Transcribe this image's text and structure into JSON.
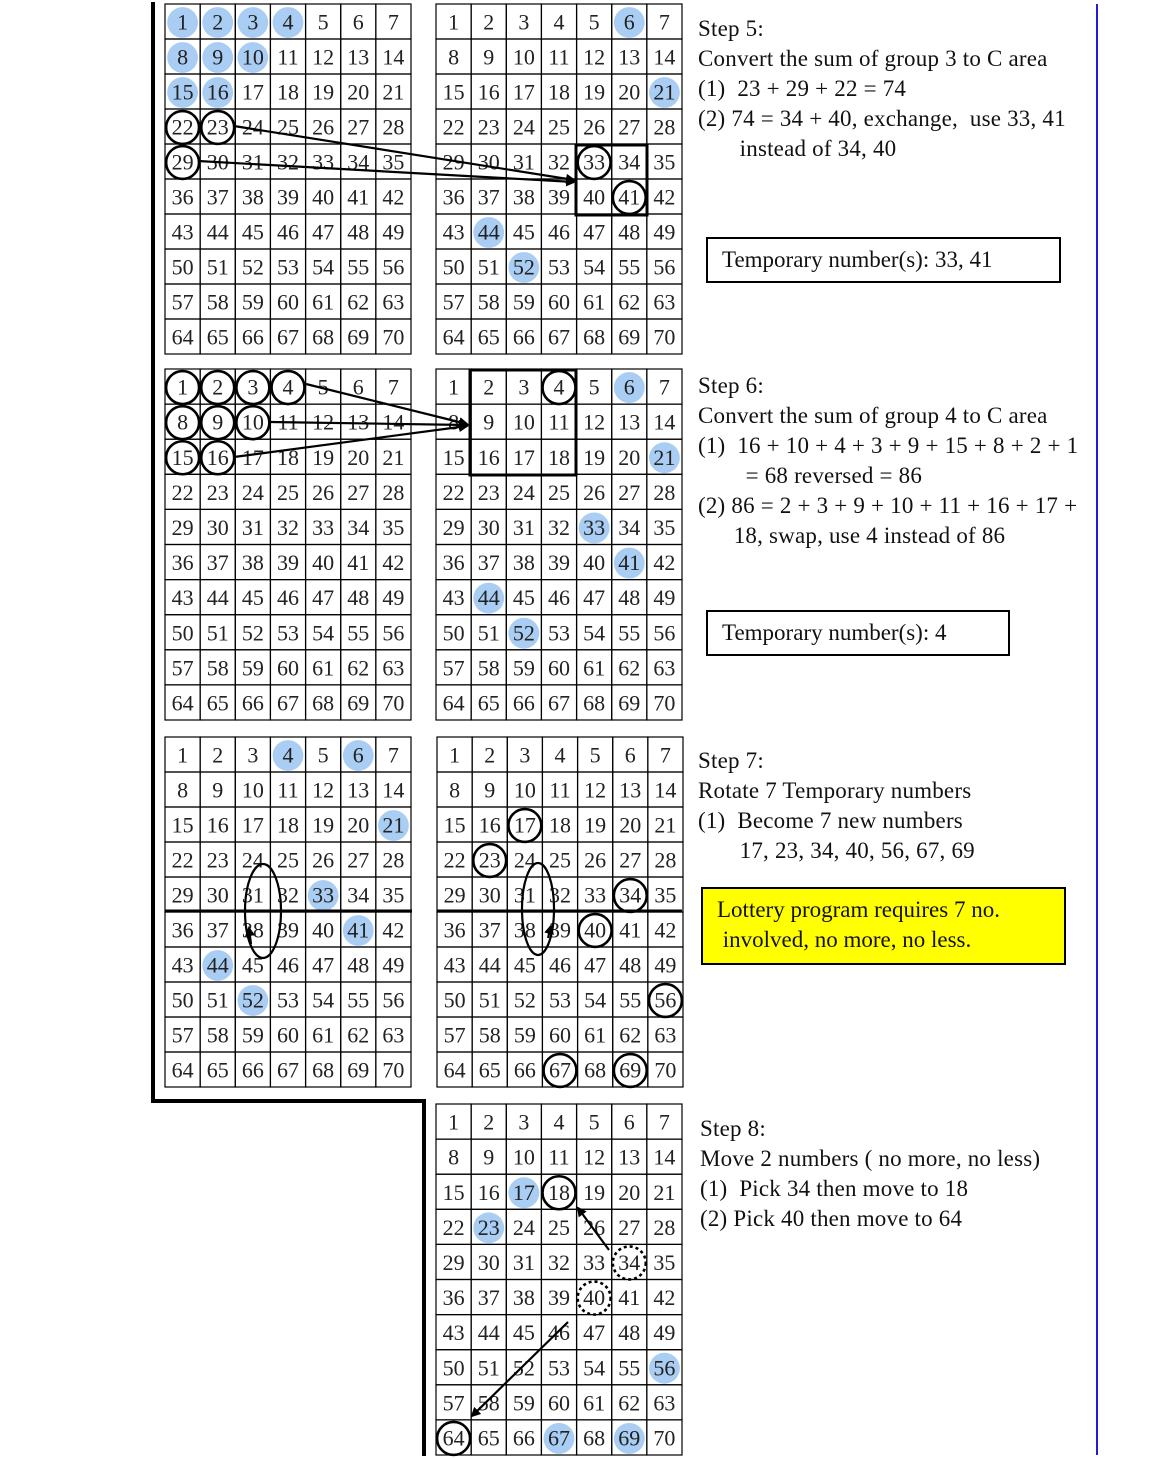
{
  "colors": {
    "highlight": "#a9cdf3",
    "blue_rule": "#1f1fcf",
    "note_bg": "#ffff00",
    "ink": "#000000"
  },
  "grid": {
    "rows": 10,
    "cols": 7
  },
  "grids": [
    {
      "id": "s5-left",
      "highlight": [
        1,
        2,
        3,
        4,
        8,
        9,
        10,
        15,
        16
      ],
      "circles": [
        22,
        23,
        29
      ],
      "dotted": []
    },
    {
      "id": "s5-right",
      "highlight": [
        6,
        21,
        44,
        52
      ],
      "circles": [
        33,
        41
      ],
      "dotted": []
    },
    {
      "id": "s6-left",
      "highlight": [],
      "circles": [
        1,
        2,
        3,
        4,
        8,
        9,
        10,
        15,
        16
      ],
      "dotted": []
    },
    {
      "id": "s6-right",
      "highlight": [
        6,
        21,
        33,
        41,
        44,
        52
      ],
      "circles": [
        4
      ],
      "dotted": []
    },
    {
      "id": "s7-left",
      "highlight": [
        4,
        6,
        21,
        33,
        41,
        44,
        52
      ],
      "circles": [],
      "dotted": []
    },
    {
      "id": "s7-right",
      "highlight": [],
      "circles": [
        17,
        23,
        34,
        40,
        56,
        67,
        69
      ],
      "dotted": []
    },
    {
      "id": "s8",
      "highlight": [
        17,
        23,
        56,
        67,
        69
      ],
      "circles": [
        18,
        64
      ],
      "dotted": [
        34,
        40
      ]
    }
  ],
  "steps": {
    "step5": {
      "title": "Step 5:",
      "lines": [
        "Convert the sum of group 3 to C area",
        "(1)  23 + 29 + 22 = 74",
        "(2) 74 = 34 + 40, exchange,  use 33, 41",
        "       instead of 34, 40"
      ],
      "temp_box": "Temporary number(s):  33, 41"
    },
    "step6": {
      "title": "Step 6:",
      "lines": [
        "Convert the sum of group 4 to C area",
        "(1)  16 + 10 + 4 + 3 + 9 + 15 + 8 + 2 + 1",
        "        = 68 reversed = 86",
        "(2) 86 = 2 + 3 + 9 + 10 + 11 + 16 + 17 +",
        "      18, swap, use 4 instead of 86"
      ],
      "temp_box": "Temporary number(s):  4"
    },
    "step7": {
      "title": "Step 7:",
      "lines": [
        "Rotate 7 Temporary numbers",
        "(1)  Become 7 new numbers",
        "       17, 23, 34, 40, 56, 67, 69"
      ],
      "note": [
        "Lottery program requires 7 no.",
        " involved, no more, no less."
      ]
    },
    "step8": {
      "title": "Step 8:",
      "lines": [
        "Move 2 numbers ( no more, no less)",
        "(1)  Pick 34 then move to 18",
        "(2) Pick 40 then move to 64"
      ]
    }
  }
}
